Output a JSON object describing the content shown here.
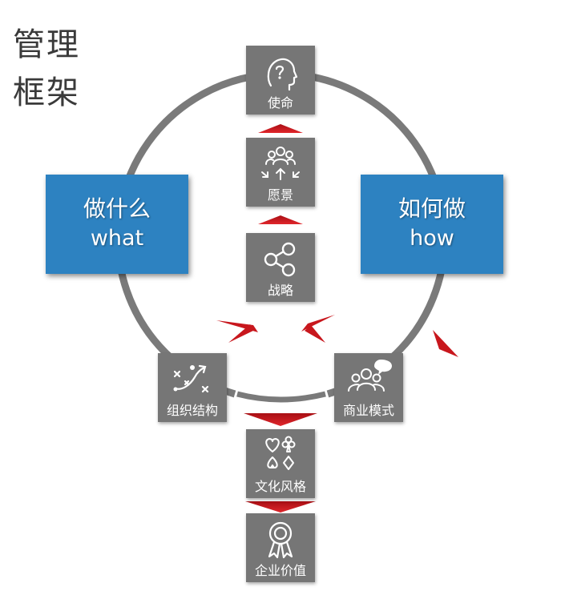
{
  "title": {
    "line1": "管理",
    "line2": "框架"
  },
  "left_box": {
    "line1": "做什么",
    "line2": "what"
  },
  "right_box": {
    "line1": "如何做",
    "line2": "how"
  },
  "tiles": {
    "mission": {
      "label": "使命",
      "icon": "head-question-icon"
    },
    "vision": {
      "label": "愿景",
      "icon": "team-converge-icon"
    },
    "strategy": {
      "label": "战略",
      "icon": "share-nodes-icon"
    },
    "organization": {
      "label": "组织结构",
      "icon": "playbook-icon"
    },
    "business_model": {
      "label": "商业模式",
      "icon": "people-chat-icon"
    },
    "culture": {
      "label": "文化风格",
      "icon": "card-suits-icon"
    },
    "values": {
      "label": "企业价值",
      "icon": "award-ribbon-icon"
    }
  },
  "colors": {
    "box_blue": "#2d82c1",
    "tile_gray": "#767676",
    "ring_gray": "#7a7a7a",
    "arrow_red": "#c8171d"
  }
}
